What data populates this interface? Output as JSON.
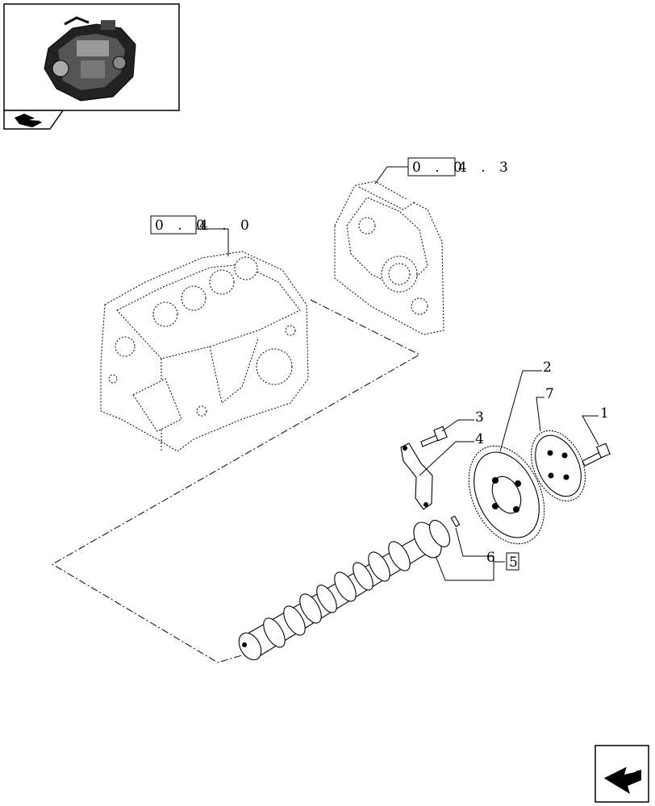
{
  "references": {
    "crankcase": {
      "boxed": "0 . 0",
      "rest": "4 . 0"
    },
    "timing_cover": {
      "boxed": "0 . 0",
      "rest": "4 . 3"
    }
  },
  "callouts": {
    "item_1": "1",
    "item_2": "2",
    "item_3": "3",
    "item_4": "4",
    "item_6": "6",
    "item_5_boxed": "5",
    "item_7": "7"
  },
  "icons": {
    "engine_thumbnail": "engine-thumbnail-icon",
    "section_tab": "section-tab-icon",
    "next_page": "next-page-arrow-icon"
  }
}
